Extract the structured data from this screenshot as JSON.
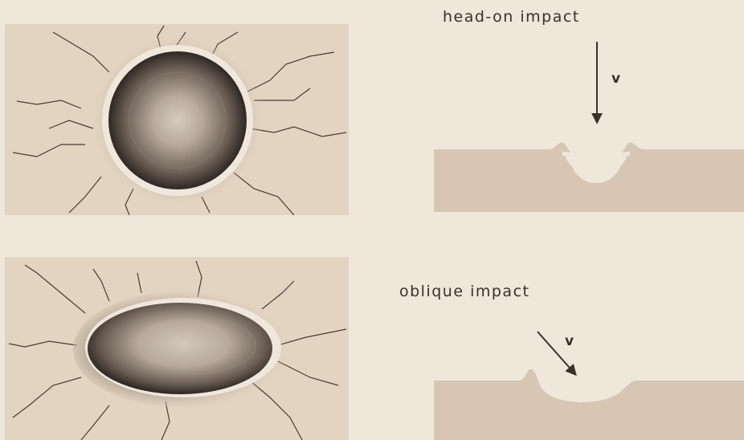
{
  "headon": {
    "title": "head-on impact",
    "velocity_label": "v"
  },
  "oblique": {
    "title": "oblique impact",
    "velocity_label": "v"
  },
  "colors": {
    "background": "#efe7da",
    "panel": "#e3d3c1",
    "target_surface": "#d8c6b4",
    "crater_dark": "#3a2f2a",
    "ink": "#3c2f28"
  }
}
